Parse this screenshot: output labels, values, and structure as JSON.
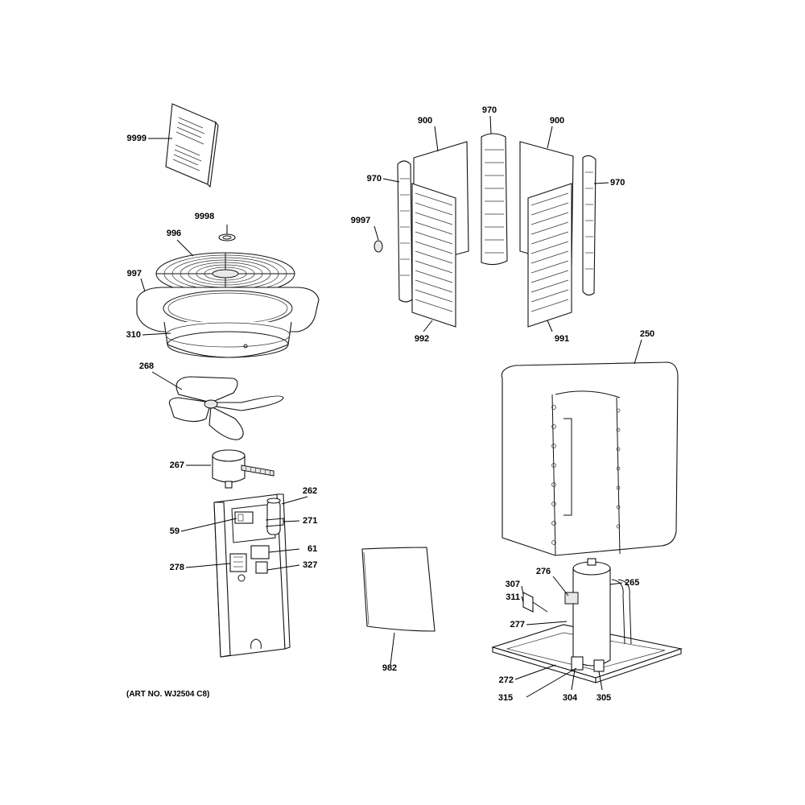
{
  "labels": {
    "p9999": "9999",
    "p9998": "9998",
    "p996": "996",
    "p997": "997",
    "p310": "310",
    "p268": "268",
    "p267": "267",
    "p262": "262",
    "p271": "271",
    "p59": "59",
    "p61": "61",
    "p278": "278",
    "p327": "327",
    "p900a": "900",
    "p970top": "970",
    "p900b": "900",
    "p970left": "970",
    "p970right": "970",
    "p9997": "9997",
    "p992": "992",
    "p991": "991",
    "p250": "250",
    "p276": "276",
    "p265": "265",
    "p307": "307",
    "p311": "311",
    "p277": "277",
    "p272": "272",
    "p315": "315",
    "p304": "304",
    "p305": "305",
    "p982": "982"
  },
  "art_number": "(ART NO. WJ2504 C8)"
}
